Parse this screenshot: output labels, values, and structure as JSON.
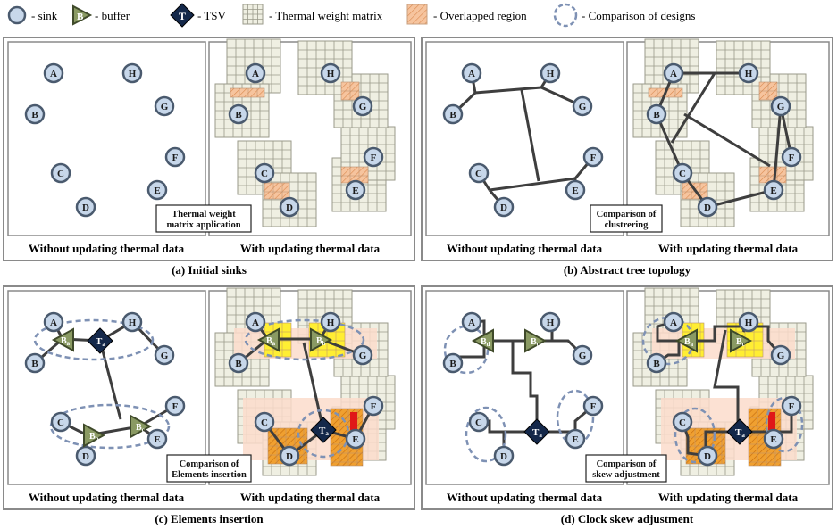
{
  "legend": [
    {
      "icon": "sink-icon",
      "label": "- sink"
    },
    {
      "icon": "buffer-icon",
      "label": "- buffer"
    },
    {
      "icon": "tsv-icon",
      "label": "- TSV"
    },
    {
      "icon": "thermal-grid-icon",
      "label": "- Thermal weight matrix"
    },
    {
      "icon": "overlap-icon",
      "label": "- Overlapped region"
    },
    {
      "icon": "dashed-circle-icon",
      "label": "- Comparison of designs"
    }
  ],
  "legend_symbols": {
    "buffer": "B",
    "tsv": "T"
  },
  "panels": [
    {
      "caption": "(a) Initial sinks",
      "left_label": "Without updating thermal data",
      "right_label": "With updating thermal data",
      "note_lines": [
        "Thermal weight",
        "matrix application"
      ]
    },
    {
      "caption": "(b) Abstract tree topology",
      "left_label": "Without updating thermal data",
      "right_label": "With updating thermal data",
      "note_lines": [
        "Comparison of",
        "clustrering"
      ]
    },
    {
      "caption": "(c) Elements insertion",
      "left_label": "Without updating thermal data",
      "right_label": "With updating thermal data",
      "note_lines": [
        "Comparison of",
        "Elements insertion"
      ]
    },
    {
      "caption": "(d) Clock skew adjustment",
      "left_label": "Without updating thermal data",
      "right_label": "With updating thermal data",
      "note_lines": [
        "Comparison of",
        "skew adjustment"
      ]
    }
  ],
  "sinks": [
    "A",
    "B",
    "C",
    "D",
    "E",
    "F",
    "G",
    "H"
  ],
  "buffers": {
    "a": "B",
    "a_sub": "a",
    "b": "B",
    "b_sub": "b",
    "c": "B",
    "c_sub": "c",
    "d": "B",
    "d_sub": "d"
  },
  "tsv": {
    "label": "T",
    "sub": "a"
  },
  "colors": {
    "sink_fill": "#c7d7ea",
    "sink_stroke": "#4a5a6e",
    "buffer_fill": "#8a9a63",
    "tsv_fill": "#14284a",
    "grid_fill": "#efefe2",
    "grid_line": "#9a9a8a",
    "overlap": "#f6c49e",
    "yellow": "#ffee33",
    "orange": "#f0a030",
    "red": "#e01818",
    "panel_border": "#8a8a8a",
    "wire": "#3e3e3e",
    "dashed": "#7e91b4"
  }
}
